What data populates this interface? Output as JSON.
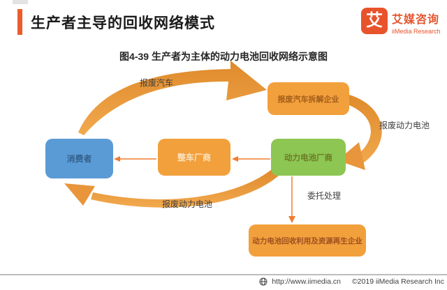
{
  "header": {
    "title": "生产者主导的回收网络模式",
    "logo": {
      "glyph": "艾",
      "brand_cn": "艾媒咨询",
      "brand_en": "iiMedia Research",
      "color": "#E8532C"
    }
  },
  "figure_caption": "图4-39 生产者为主体的动力电池回收网络示意图",
  "diagram": {
    "nodes": [
      {
        "id": "car-dismantler",
        "label": "报废汽车拆解企业",
        "fill": "#F2A03C"
      },
      {
        "id": "consumer",
        "label": "消费者",
        "fill": "#5B9BD5"
      },
      {
        "id": "vehicle-manufacturer",
        "label": "整车厂商",
        "fill": "#F2A03C"
      },
      {
        "id": "battery-manufacturer",
        "label": "动力电池厂商",
        "fill": "#8DC653"
      },
      {
        "id": "battery-recycler",
        "label": "动力电池回收利用及资源再生企业",
        "fill": "#F2A03C"
      }
    ],
    "edge_labels": {
      "scrap_car": "报废汽车",
      "scrap_battery_right": "报废动力电池",
      "scrap_battery_bottom": "报废动力电池",
      "entrusted": "委托处理"
    },
    "flows": [
      {
        "from": "consumer",
        "to": "car-dismantler",
        "label": "报废汽车"
      },
      {
        "from": "car-dismantler",
        "to": "battery-manufacturer",
        "label": "报废动力电池"
      },
      {
        "from": "battery-manufacturer",
        "to": "vehicle-manufacturer",
        "label": ""
      },
      {
        "from": "vehicle-manufacturer",
        "to": "consumer",
        "label": ""
      },
      {
        "from": "battery-manufacturer",
        "to": "consumer",
        "label": "报废动力电池"
      },
      {
        "from": "battery-manufacturer",
        "to": "battery-recycler",
        "label": "委托处理"
      }
    ],
    "arrow_color": "#E8953B",
    "thin_arrow_color": "#ED7D31"
  },
  "footer": {
    "url": "http://www.iimedia.cn",
    "copyright": "©2019  iiMedia Research Inc"
  }
}
